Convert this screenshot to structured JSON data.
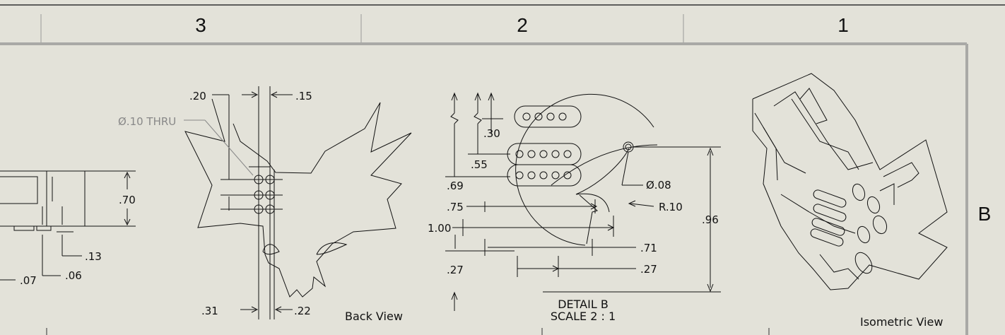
{
  "border": {
    "columns": [
      "3",
      "2",
      "1"
    ],
    "row": "B"
  },
  "views": {
    "left_partial": {
      "dims": {
        "d070": ".70",
        "d013": ".13",
        "d006": ".06",
        "d007": ".07"
      }
    },
    "back_view": {
      "label": "Back View",
      "hole_note": "Ø.10 THRU",
      "dims": {
        "d020": ".20",
        "d015": ".15",
        "d031": ".31",
        "d022": ".22"
      }
    },
    "detail_b": {
      "label_line1": "DETAIL B",
      "label_line2": "SCALE 2 : 1",
      "dims": {
        "d030": ".30",
        "d055": ".55",
        "d069": ".69",
        "d075": ".75",
        "d100": "1.00",
        "d027a": ".27",
        "d071": ".71",
        "d027b": ".27",
        "d096": ".96",
        "dia008": "Ø.08",
        "r010": "R.10"
      }
    },
    "isometric": {
      "label": "Isometric View"
    }
  }
}
